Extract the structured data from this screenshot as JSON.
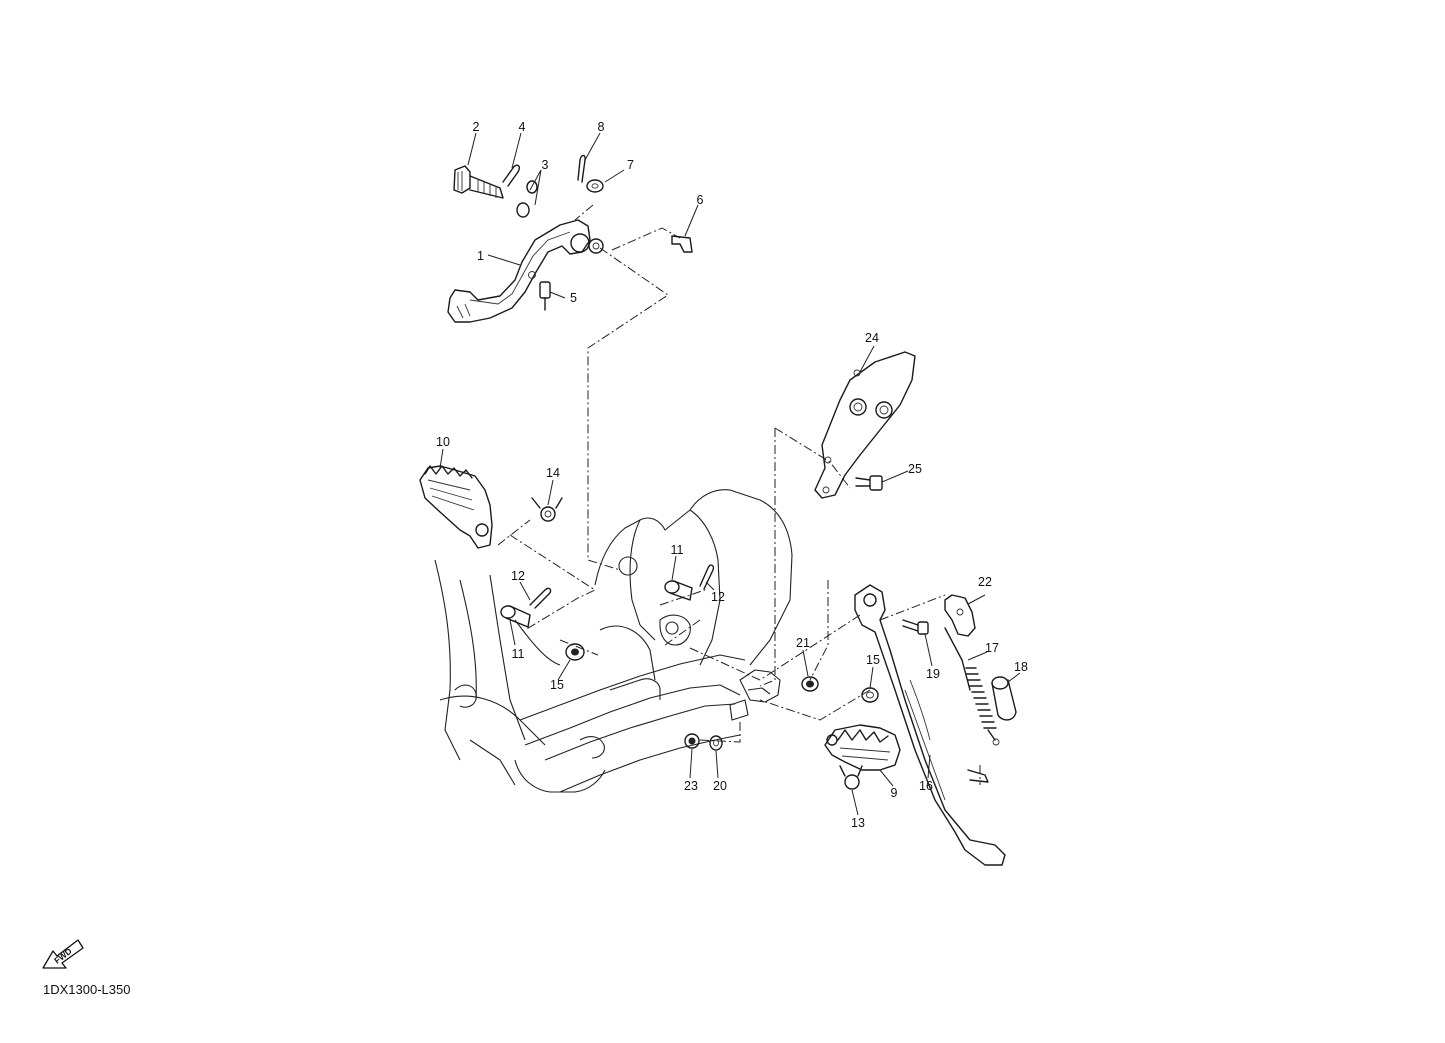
{
  "diagram": {
    "code": "1DX1300-L350",
    "fwd_label": "FWD",
    "part_numbers": [
      "1",
      "2",
      "3",
      "4",
      "5",
      "6",
      "7",
      "8",
      "9",
      "10",
      "11",
      "11",
      "12",
      "12",
      "13",
      "14",
      "15",
      "15",
      "16",
      "17",
      "18",
      "19",
      "20",
      "21",
      "22",
      "23",
      "24",
      "25"
    ]
  }
}
